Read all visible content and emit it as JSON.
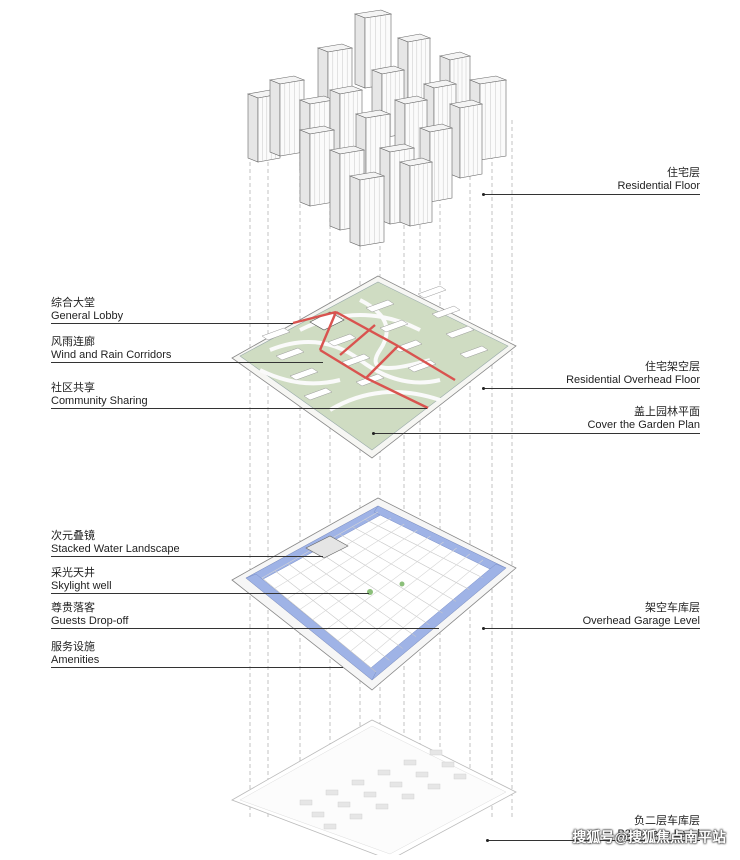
{
  "layers": [
    {
      "id": "residential",
      "cn": "住宅层",
      "en": "Residential Floor"
    },
    {
      "id": "overhead",
      "cn": "住宅架空层",
      "en": "Residential Overhead  Floor"
    },
    {
      "id": "garden",
      "cn": "盖上园林平面",
      "en": "Cover the Garden Plan"
    },
    {
      "id": "garage",
      "cn": "架空车库层",
      "en": "Overhead Garage Level"
    },
    {
      "id": "b2",
      "cn": "负二层车库层",
      "en": "B2 Garage Level"
    }
  ],
  "left_labels": [
    {
      "id": "lobby",
      "cn": "综合大堂",
      "en": "General Lobby"
    },
    {
      "id": "corridors",
      "cn": "风雨连廊",
      "en": "Wind and Rain Corridors"
    },
    {
      "id": "community",
      "cn": "社区共享",
      "en": "Community Sharing"
    },
    {
      "id": "water",
      "cn": "次元叠镜",
      "en": "Stacked Water Landscape"
    },
    {
      "id": "skylight",
      "cn": "采光天井",
      "en": "Skylight well"
    },
    {
      "id": "dropoff",
      "cn": "尊贵落客",
      "en": "Guests Drop-off"
    },
    {
      "id": "amenities",
      "cn": "服务设施",
      "en": "Amenities"
    }
  ],
  "watermark": "搜狐号@搜狐焦点南平站",
  "colors": {
    "garden_green": "#cfdcc2",
    "corridor_red": "#d9534f",
    "garage_blue": "#9fb3e6",
    "line": "#333333"
  }
}
